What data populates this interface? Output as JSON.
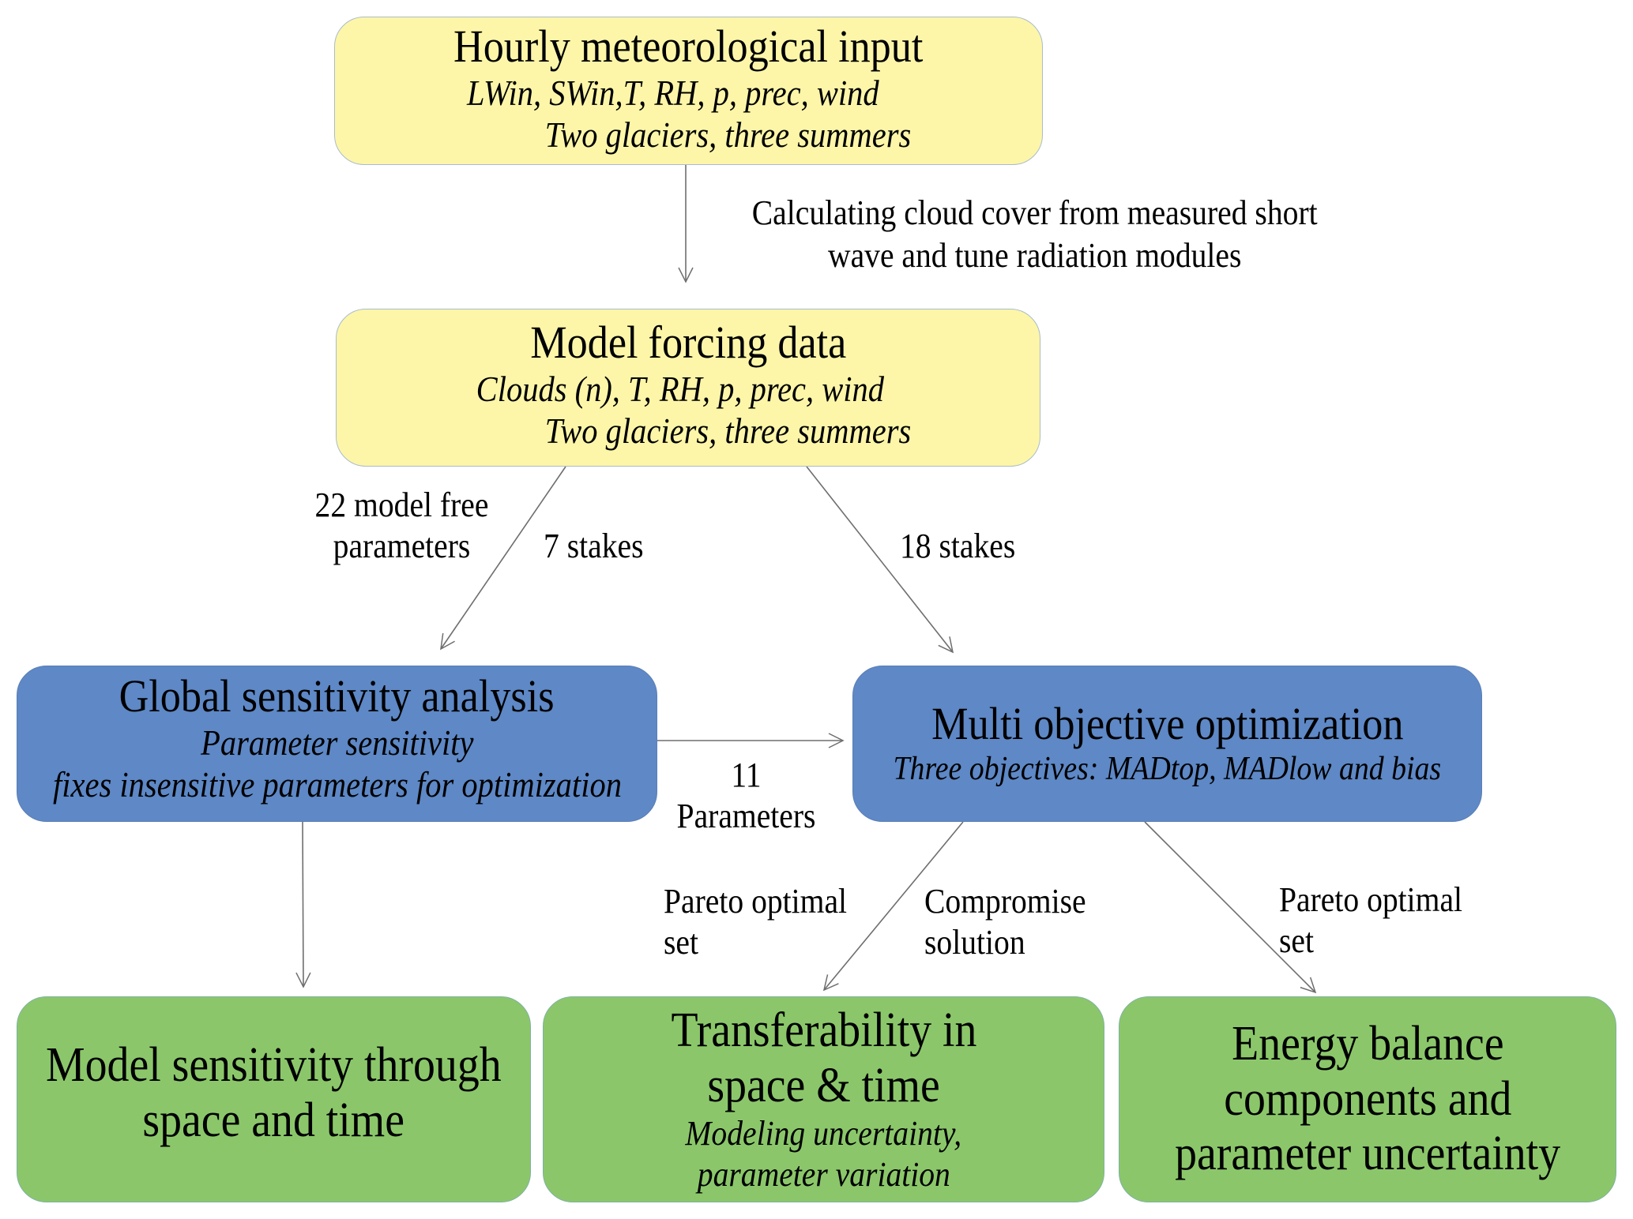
{
  "colors": {
    "input_box": "#fdf6a9",
    "analysis_box": "#5e88c6",
    "output_box": "#8bc76a",
    "connector": "#6e6e6e"
  },
  "nodes": {
    "hourly_input": {
      "title": "Hourly meteorological input",
      "line1": "LWin, SWin,T, RH, p, prec, wind",
      "line2": "Two glaciers, three summers"
    },
    "forcing_data": {
      "title": "Model forcing data",
      "line1": "Clouds (n), T, RH, p, prec, wind",
      "line2": "Two glaciers, three summers"
    },
    "sensitivity": {
      "title": "Global sensitivity analysis",
      "line1": "Parameter sensitivity",
      "line2": "fixes insensitive parameters for optimization"
    },
    "optimization": {
      "title": "Multi objective optimization",
      "line1": "Three objectives: MADtop, MADlow and bias"
    },
    "model_sensitivity": {
      "line1": "Model sensitivity through",
      "line2": "space and time"
    },
    "transferability": {
      "line1": "Transferability in",
      "line2": "space & time",
      "sub1": "Modeling uncertainty,",
      "sub2": "parameter variation"
    },
    "energy_balance": {
      "line1": "Energy balance",
      "line2": "components and",
      "line3": "parameter uncertainty"
    }
  },
  "edge_labels": {
    "cloud_cover": [
      "Calculating cloud cover from measured short",
      "wave and tune radiation modules"
    ],
    "free_params": [
      "22 model free",
      "parameters"
    ],
    "seven_stakes": "7 stakes",
    "eighteen_stakes": "18 stakes",
    "eleven_params": [
      "11",
      "Parameters"
    ],
    "pareto_left": [
      "Pareto optimal",
      "set"
    ],
    "compromise": [
      "Compromise",
      "solution"
    ],
    "pareto_right": [
      "Pareto optimal",
      "set"
    ]
  }
}
